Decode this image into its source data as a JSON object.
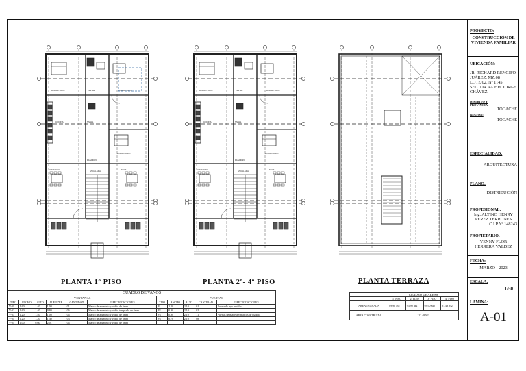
{
  "plans": [
    {
      "title": "PLANTA 1º PISO"
    },
    {
      "title": "PLANTA 2º- 4º PISO"
    },
    {
      "title": "PLANTA TERRAZA"
    }
  ],
  "room_labels": {
    "dormitorio": "DORMITORIO",
    "sshh": "SS.HH.",
    "cocina": "COCINA",
    "comedor": "COMEDOR",
    "sala": "SALA",
    "pasadizo": "PASADIZO",
    "escalera": "ESCALERA"
  },
  "title_block": {
    "proyecto_label": "PROYECTO:",
    "proyecto_lines": [
      "CONSTRUCCIÓN DE",
      "VIVIENDA FAMILIAR"
    ],
    "ubicacion_label": "UBICACIÓN:",
    "ubicacion_lines": [
      "JR. RICHARD RENGIFO",
      "JUÁREZ, MZ.08",
      "LOTE 02, Nº 1145",
      "SECTOR AA.HH. JORGE",
      "CHÁVEZ"
    ],
    "distrito_label": "DISTRITO Y PROVINCIA:",
    "distrito_value": "TOCACHE",
    "region_label": "REGIÓN:",
    "region_value": "TOCACHE",
    "especialidad_label": "ESPECIALIDAD:",
    "especialidad_value": "ARQUITECTURA",
    "plano_label": "PLANO:",
    "plano_value": "DISTRIBUCIÓN",
    "profesional_label": "PROFESIONAL:",
    "profesional_lines": [
      "Ing. ALTINO HENRY",
      "PEREZ TERRONES",
      "C.I.P.Nº 148243"
    ],
    "propietario_label": "PROPIETARIO:",
    "propietario_lines": [
      "YENNY FLOR",
      "HERRERA VALDEZ"
    ],
    "fecha_label": "FECHA:",
    "fecha_value": "MARZO - 2023",
    "escala_label": "ESCALA:",
    "escala_value": "1/50",
    "lamina_label": "LAMINA:",
    "lamina_value": "A-01"
  },
  "cuadro_vanos": {
    "title": "CUADRO DE VANOS",
    "ventanas_title": "VENTANAS",
    "puertas_title": "PUERTAS",
    "ventanas_headers": [
      "TIPO",
      "ANCHO",
      "ALTO",
      "ALFEIZER",
      "CANTIDAD",
      "ESPECIFICACIONES"
    ],
    "puertas_headers": [
      "TIPO",
      "ANCHO",
      "ALTO",
      "CANTIDAD",
      "ESPECIFICACIONES"
    ],
    "ventanas_rows": [
      [
        "V-01",
        "1.60",
        "1.40",
        "1.00",
        "01",
        "Marco de aluminio y vidrio de 6mm"
      ],
      [
        "V-02",
        "1.60",
        "1.40",
        "0.80",
        "06",
        "Marco de aluminio y vidrio templado de 6mm"
      ],
      [
        "V-03",
        "1.20",
        "1.40",
        "1.00",
        "04",
        "Marco de aluminio y vidrio de 6mm"
      ],
      [
        "V-04",
        "1.20",
        "1.20",
        "1.40",
        "03",
        "Marco de aluminio y vidrio de 6mm"
      ],
      [
        "V-05",
        "1.00",
        "0.60",
        "2.01",
        "04",
        "Marco de aluminio y vidrio de 6mm"
      ]
    ],
    "puertas_rows": [
      [
        "P1",
        "1.10",
        "2.10",
        "01",
        "Puerta de reja metálica"
      ],
      [
        "P2",
        "0.90",
        "2.10",
        "02",
        ""
      ],
      [
        "P3",
        "0.90",
        "2.10",
        "11",
        "Puertas de madera y marcos de madera"
      ],
      [
        "P4",
        "0.70",
        "2.10",
        "08",
        ""
      ]
    ]
  },
  "cuadro_areas": {
    "title": "CUADRO DE AREAS",
    "headers": [
      "",
      "1º PISO",
      "2º PISO",
      "3º PISO",
      "4º PISO"
    ],
    "techada_label": "AREA TECHADA",
    "techada_values": [
      "89.90 M2",
      "93.90 M2",
      "93.90 M2",
      "97.43 M2"
    ],
    "construida_label": "AREA CONSTRUIDA",
    "construida_value": "112.48 M2"
  }
}
